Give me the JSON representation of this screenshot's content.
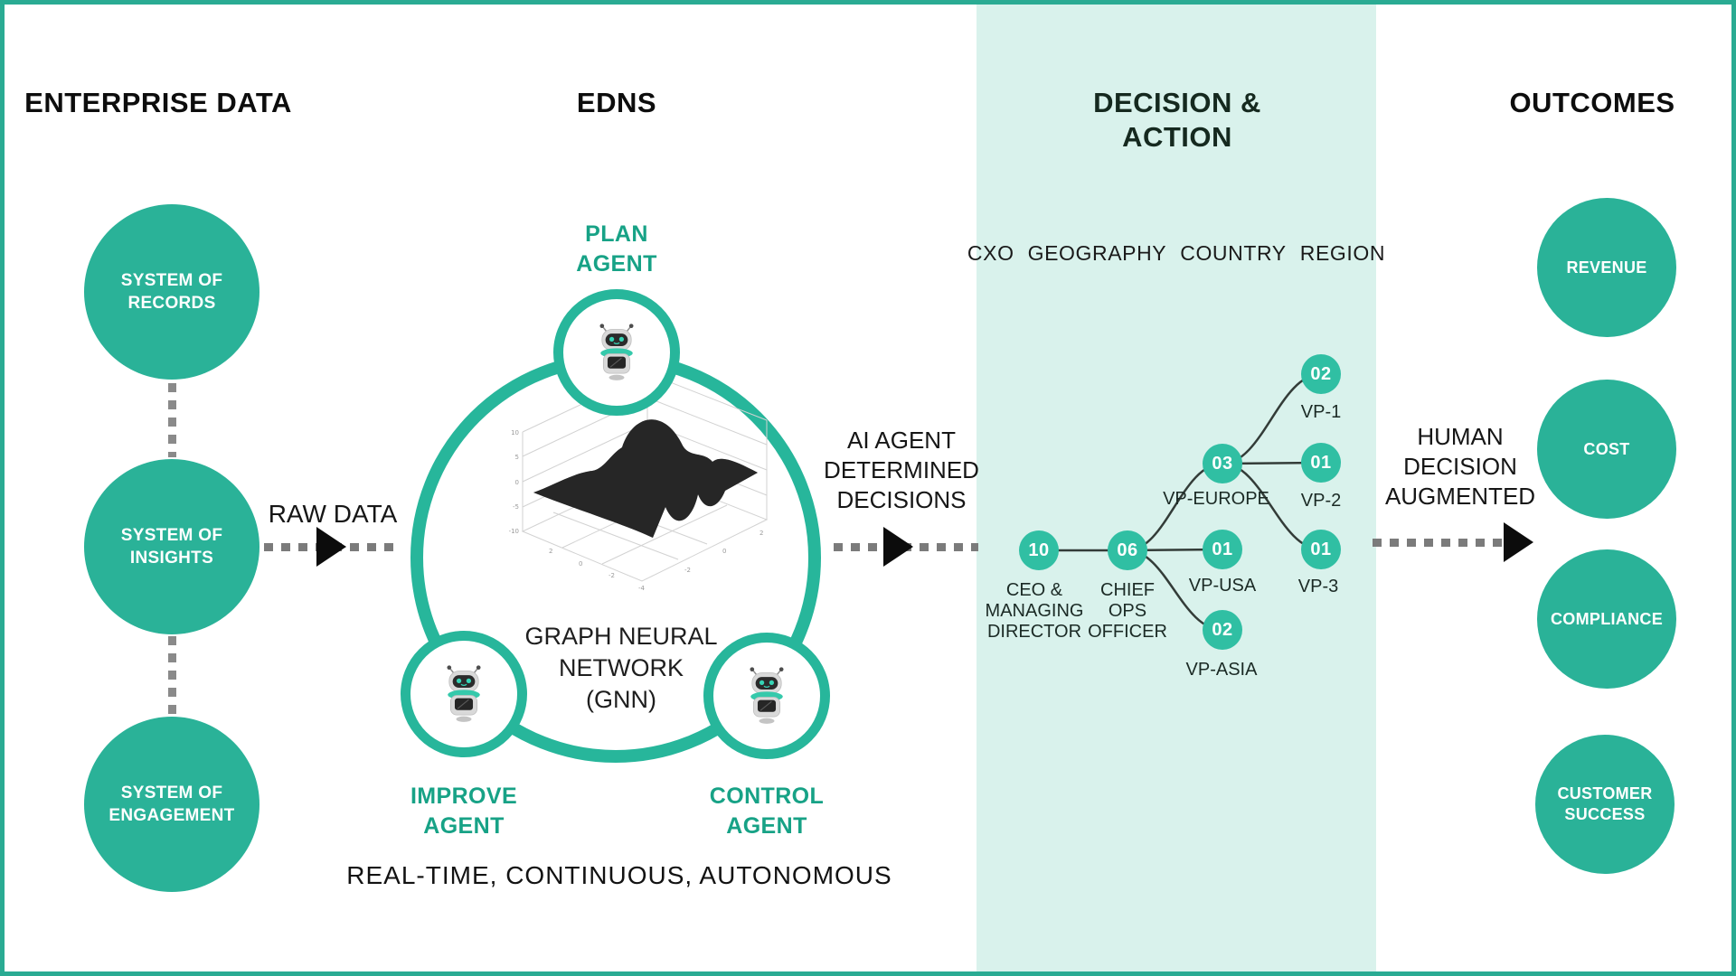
{
  "header": {
    "enterprise_data": "ENTERPRISE DATA",
    "edns": "EDNS",
    "decision_action": "DECISION & ACTION",
    "outcomes": "OUTCOMES"
  },
  "enterprise": {
    "circles": [
      {
        "label": "SYSTEM OF\nRECORDS"
      },
      {
        "label": "SYSTEM OF\nINSIGHTS"
      },
      {
        "label": "SYSTEM OF\nENGAGEMENT"
      }
    ]
  },
  "flow": {
    "raw_data": "RAW DATA",
    "ai_decisions": "AI AGENT\nDETERMINED\nDECISIONS",
    "human_augmented": "HUMAN\nDECISION\nAUGMENTED"
  },
  "edns": {
    "plan_agent": "PLAN\nAGENT",
    "improve_agent": "IMPROVE\nAGENT",
    "control_agent": "CONTROL\nAGENT",
    "gnn_label": "GRAPH NEURAL\nNETWORK\n(GNN)",
    "tagline": "REAL-TIME, CONTINUOUS, AUTONOMOUS"
  },
  "plot": {
    "z_ticks": [
      "10",
      "5",
      "0",
      "-5",
      "-10"
    ],
    "x_ticks": [
      "2",
      "0",
      "-2",
      "-4"
    ],
    "y_ticks": [
      "-2",
      "0",
      "2"
    ]
  },
  "decision": {
    "column_labels": [
      "CXO",
      "GEOGRAPHY",
      "COUNTRY",
      "REGION"
    ],
    "org": {
      "nodes": [
        {
          "value": "10",
          "label": "CEO &\nMANAGING\nDIRECTOR"
        },
        {
          "value": "06",
          "label": "CHIEF\nOPS\nOFFICER"
        },
        {
          "value": "03",
          "label": "VP-EUROPE"
        },
        {
          "value": "01",
          "label": "VP-USA"
        },
        {
          "value": "02",
          "label": "VP-ASIA"
        },
        {
          "value": "02",
          "label": "VP-1"
        },
        {
          "value": "01",
          "label": "VP-2"
        },
        {
          "value": "01",
          "label": "VP-3"
        }
      ]
    }
  },
  "outcomes": {
    "circles": [
      {
        "label": "REVENUE"
      },
      {
        "label": "COST"
      },
      {
        "label": "COMPLIANCE"
      },
      {
        "label": "CUSTOMER\nSUCCESS"
      }
    ]
  },
  "colors": {
    "teal_circle": "#2ab298",
    "teal_ring": "#27b69b",
    "teal_node": "#30bfa3",
    "panel_mint": "#d9f2ec",
    "dark_heading": "#15291f",
    "agent_label_teal": "#17a286"
  }
}
